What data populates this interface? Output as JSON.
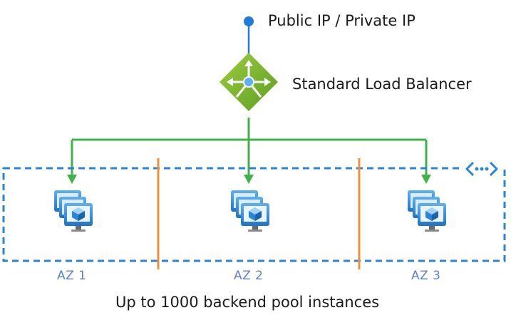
{
  "labels": {
    "ip": "Public IP / Private IP",
    "load_balancer": "Standard Load Balancer",
    "caption": "Up to 1000 backend pool instances"
  },
  "zones": [
    {
      "label": "AZ 1"
    },
    {
      "label": "AZ 2"
    },
    {
      "label": "AZ 3"
    }
  ],
  "icons": {
    "endpoint": "ip-endpoint-icon",
    "load_balancer": "load-balancer-icon",
    "vnet": "virtual-network-icon",
    "vm_stack": "vm-scale-set-icon"
  },
  "colors": {
    "endpoint_blue": "#1f7ad8",
    "lb_green": "#7dbb2e",
    "arrow_green": "#3fb34a",
    "vnet_border": "#2a84d6",
    "divider_orange": "#f0913a",
    "az_text": "#5b7fd6"
  }
}
